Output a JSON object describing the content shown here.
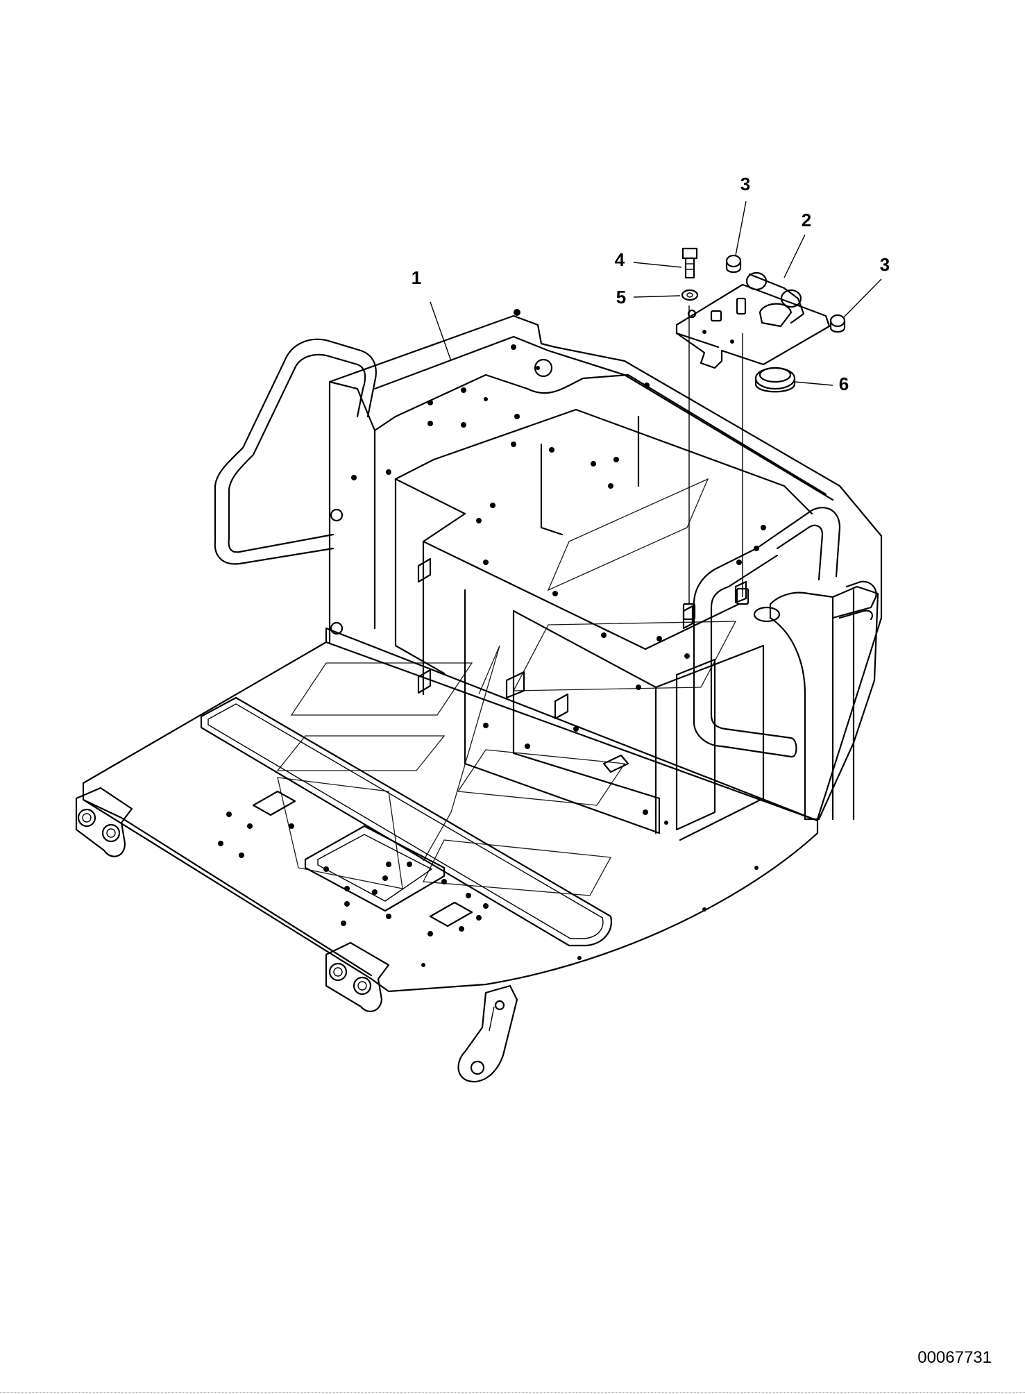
{
  "drawing": {
    "type": "exploded parts diagram",
    "colors": {
      "line": "#000000",
      "background": "#ffffff"
    },
    "callouts": [
      {
        "id": "1",
        "label": "1"
      },
      {
        "id": "2",
        "label": "2"
      },
      {
        "id": "3a",
        "label": "3"
      },
      {
        "id": "3b",
        "label": "3"
      },
      {
        "id": "4",
        "label": "4"
      },
      {
        "id": "5",
        "label": "5"
      },
      {
        "id": "6",
        "label": "6"
      }
    ],
    "document_number": "00067731"
  }
}
